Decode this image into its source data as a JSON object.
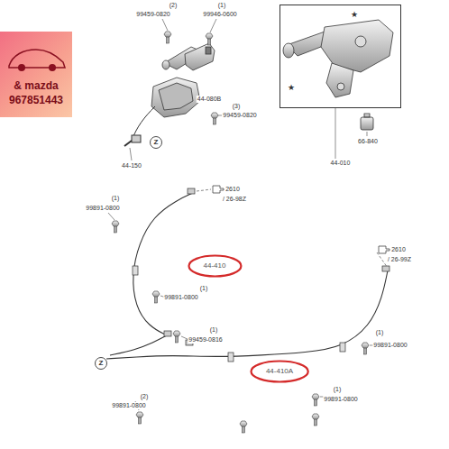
{
  "diagram": {
    "nodes": [
      {
        "text": [
          "& mazda",
          "967851443"
        ]
      },
      {
        "text": [
          "44-010"
        ]
      },
      {
        "text": [
          "Z"
        ]
      },
      {
        "text": [
          "44-410"
        ]
      },
      {
        "text": [
          "Z"
        ]
      },
      {
        "text": [
          "44-410A"
        ]
      }
    ],
    "labels": [
      "(1)",
      "99946-0600",
      "(2)",
      "99459-0820",
      "44-080B",
      "(3)",
      "99459-0820",
      "44-150",
      "★",
      "★",
      "66-840",
      "2610",
      "/ 26-98Z",
      "2610",
      "/ 26-99Z",
      "(1)",
      "99891-0800",
      "(1)",
      "99891-0800",
      "(1)",
      "99459-0816",
      "(2)",
      "99891-0800",
      "(1)",
      "99891-0800",
      "(1)",
      "99891-0800"
    ]
  }
}
